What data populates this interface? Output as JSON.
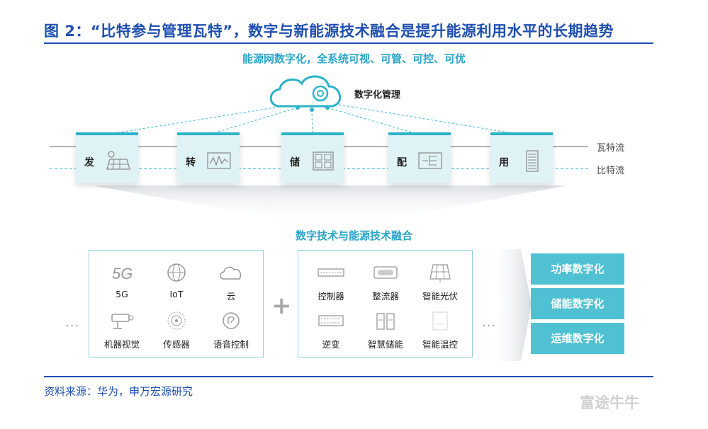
{
  "title": "图 2：“比特参与管理瓦特”，数字与新能源技术融合是提升能源利用水平的长期趋势",
  "top_caption": "能源网数字化，全系统可视、可管、可控、可优",
  "cloud_label": "数字化管理",
  "line_labels": {
    "power": "瓦特流",
    "data": "比特流"
  },
  "nodes": [
    {
      "label": "发",
      "icon": "solar-panel-icon"
    },
    {
      "label": "转",
      "icon": "waveform-icon"
    },
    {
      "label": "储",
      "icon": "battery-cabinet-icon"
    },
    {
      "label": "配",
      "icon": "distribution-icon"
    },
    {
      "label": "用",
      "icon": "server-rack-icon"
    }
  ],
  "mid_title": "数字技术与能源技术融合",
  "digital_tech": [
    {
      "label": "5G",
      "icon": "5g-icon"
    },
    {
      "label": "IoT",
      "icon": "globe-icon"
    },
    {
      "label": "云",
      "icon": "cloud-icon"
    },
    {
      "label": "机器视觉",
      "icon": "camera-icon"
    },
    {
      "label": "传感器",
      "icon": "sensor-icon"
    },
    {
      "label": "语音控制",
      "icon": "voice-icon"
    }
  ],
  "energy_tech": [
    {
      "label": "控制器",
      "icon": "controller-icon"
    },
    {
      "label": "整流器",
      "icon": "rectifier-icon"
    },
    {
      "label": "智能光伏",
      "icon": "pv-icon"
    },
    {
      "label": "逆变",
      "icon": "inverter-icon"
    },
    {
      "label": "智慧储能",
      "icon": "storage-icon"
    },
    {
      "label": "智能温控",
      "icon": "thermostat-icon"
    }
  ],
  "ellipsis": "···",
  "plus": "+",
  "outcomes": [
    "功率数字化",
    "储能数字化",
    "运维数字化"
  ],
  "source": "资料来源：华为，申万宏源研究",
  "watermark": "富途牛牛",
  "colors": {
    "title_blue": "#1f4fb0",
    "teal": "#2bb3c9",
    "button_teal": "#4fc1d3"
  }
}
